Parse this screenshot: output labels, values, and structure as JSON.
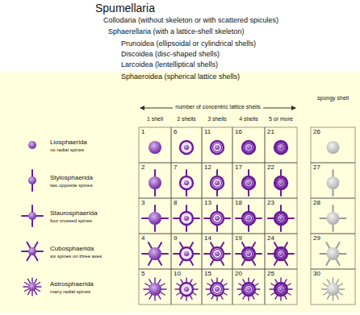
{
  "diagram": {
    "title": "Spumellaria",
    "labels": [
      "Collodaria (without skeleton or with scattered spicules)",
      "Sphaerellaria (with a lattice-shell skeleton)",
      "Prunoidea (ellipsoidal or cylindrical shells)",
      "Discoidea (disc-shaped shells)",
      "Larcoidea (lentelliptical shells)",
      "Sphaeroidea (spherical lattice shells)",
      "number of concentric lattice shells",
      "1 shell",
      "2 shells",
      "3 shells",
      "4 shells",
      "5 or more",
      "spongy shell",
      "Liosphaerida",
      "no radial spines",
      "Stylosphaerida",
      "two opposite spines",
      "Staurosphaerida",
      "four crossed spines",
      "Cubosphaerida",
      "six spines on three axes",
      "Astrosphaerida",
      "many radial spines",
      "1",
      "6",
      "11",
      "16",
      "21",
      "26",
      "2",
      "7",
      "12",
      "17",
      "22",
      "27",
      "3",
      "8",
      "13",
      "18",
      "23",
      "28",
      "4",
      "9",
      "14",
      "19",
      "24",
      "29",
      "5",
      "10",
      "15",
      "20",
      "25",
      "30"
    ]
  }
}
